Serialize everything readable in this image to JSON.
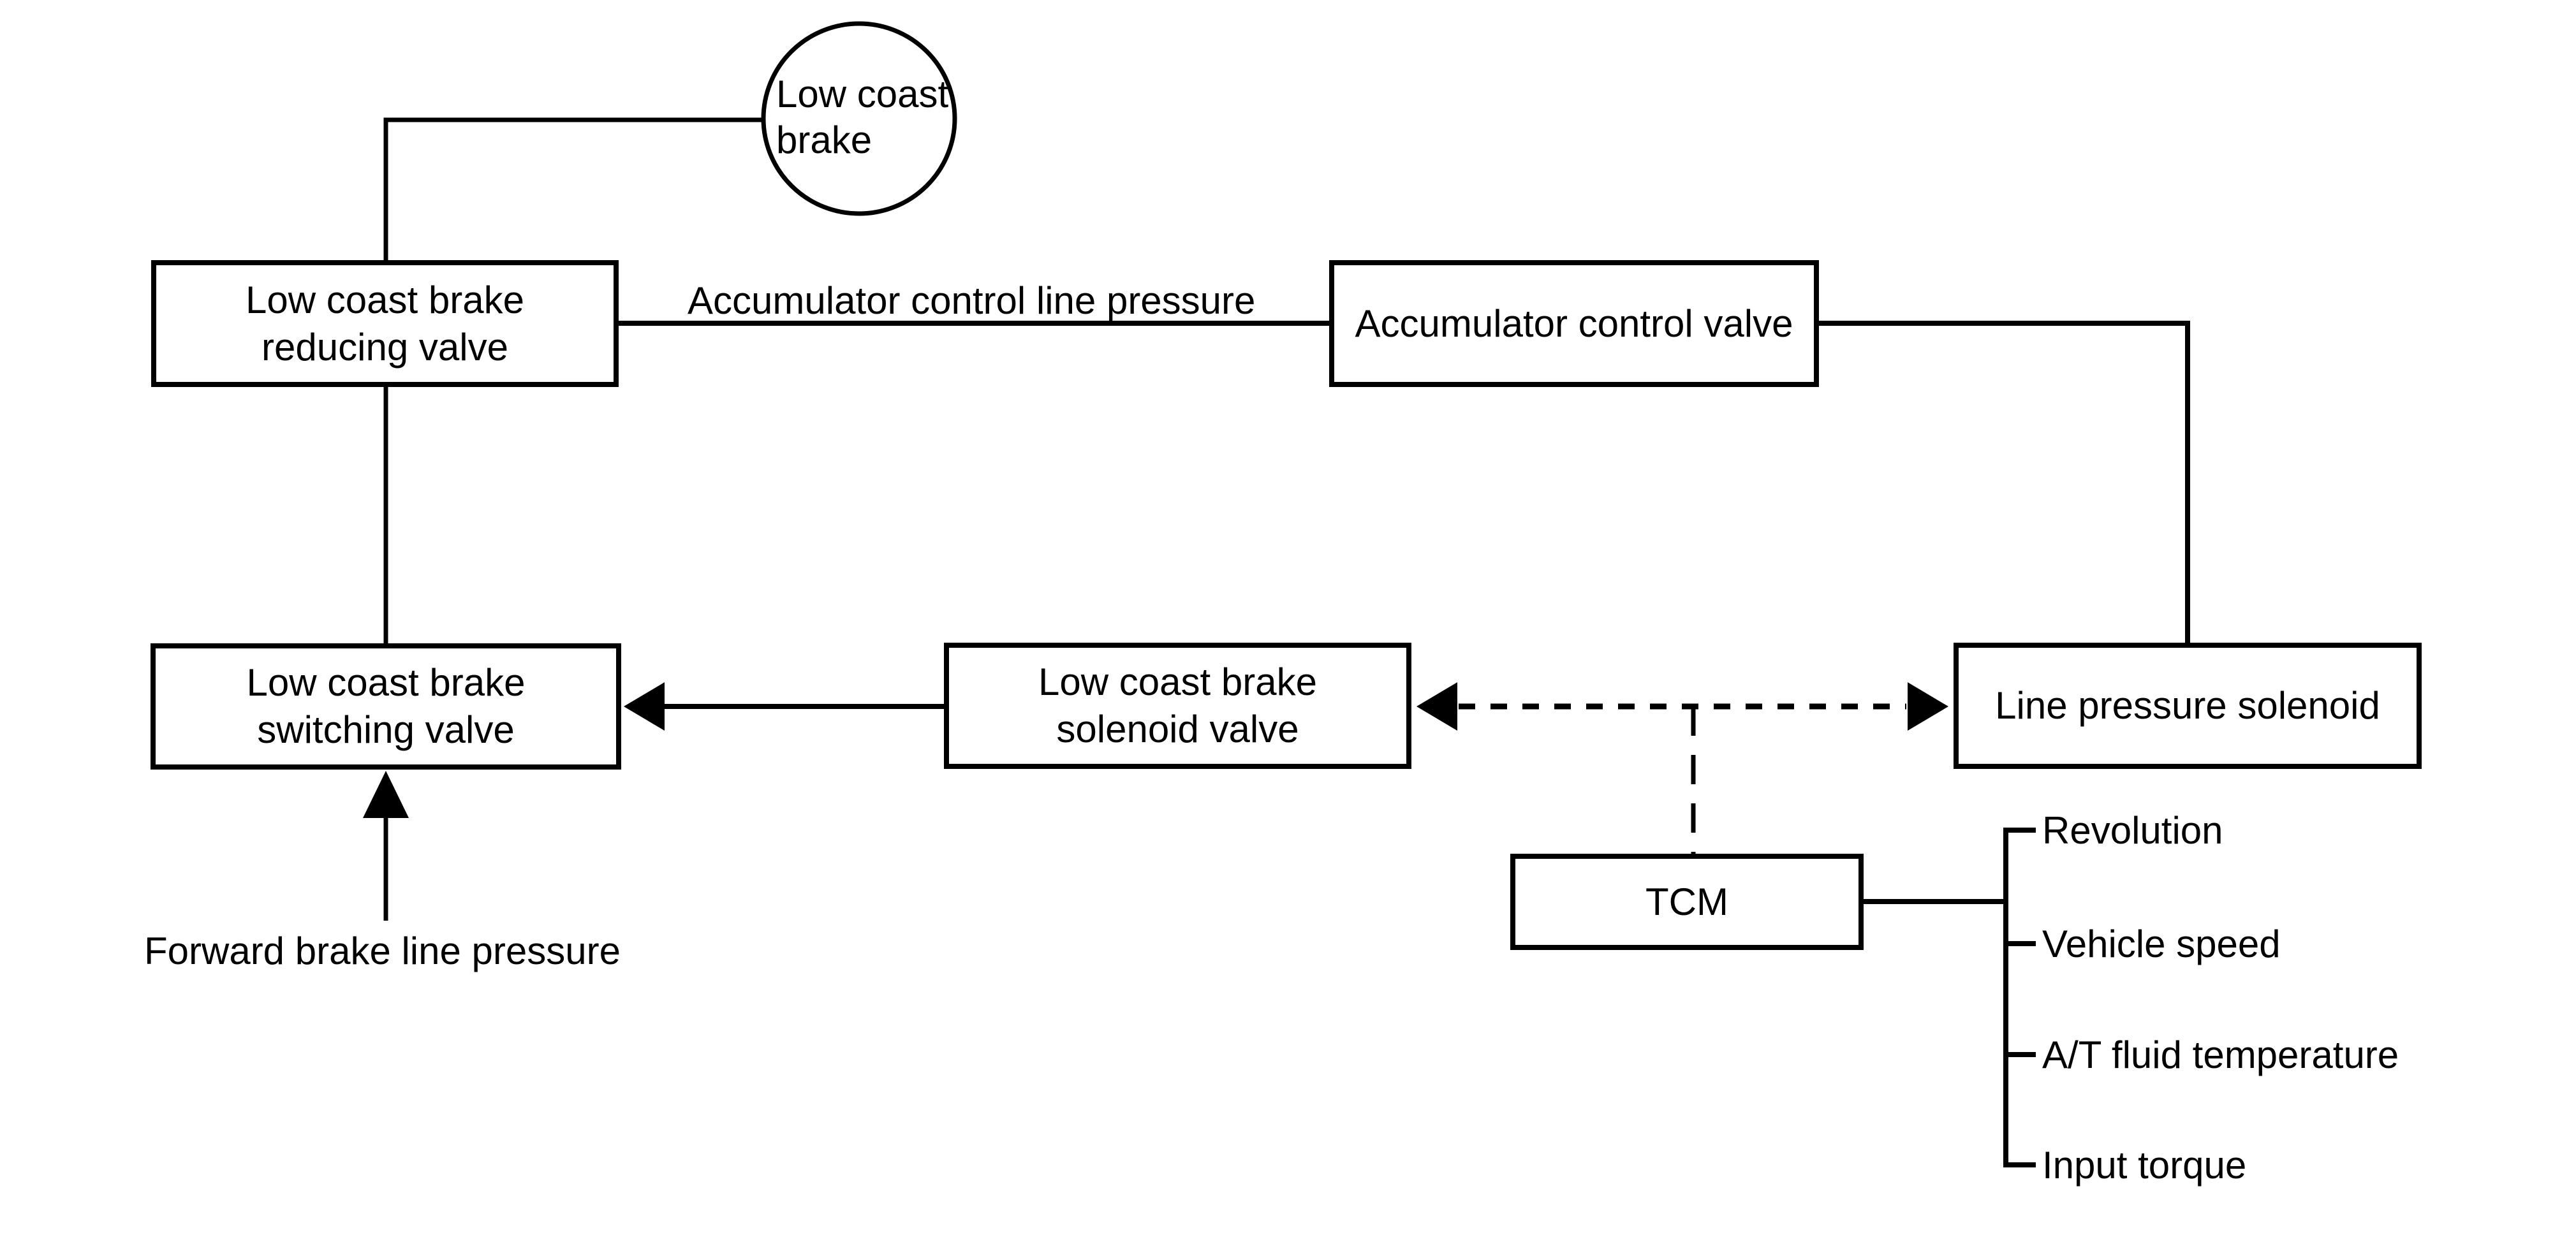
{
  "colors": {
    "stroke": "#000000",
    "background": "#ffffff"
  },
  "nodes": {
    "low_coast_brake": {
      "label": "Low coast\nbrake"
    },
    "low_coast_brake_reducing_valve": {
      "label": "Low coast brake\nreducing valve"
    },
    "accumulator_control_valve": {
      "label": "Accumulator control valve"
    },
    "low_coast_brake_switching_valve": {
      "label": "Low coast brake\nswitching valve"
    },
    "low_coast_brake_solenoid_valve": {
      "label": "Low coast brake\nsolenoid valve"
    },
    "line_pressure_solenoid": {
      "label": "Line pressure solenoid"
    },
    "tcm": {
      "label": "TCM"
    }
  },
  "annotations": {
    "accumulator_control_line_pressure": "Accumulator control line pressure",
    "forward_brake_line_pressure": "Forward brake line pressure"
  },
  "tcm_inputs": [
    {
      "label": "Revolution"
    },
    {
      "label": "Vehicle speed"
    },
    {
      "label": "A/T fluid temperature"
    },
    {
      "label": "Input torque"
    }
  ]
}
